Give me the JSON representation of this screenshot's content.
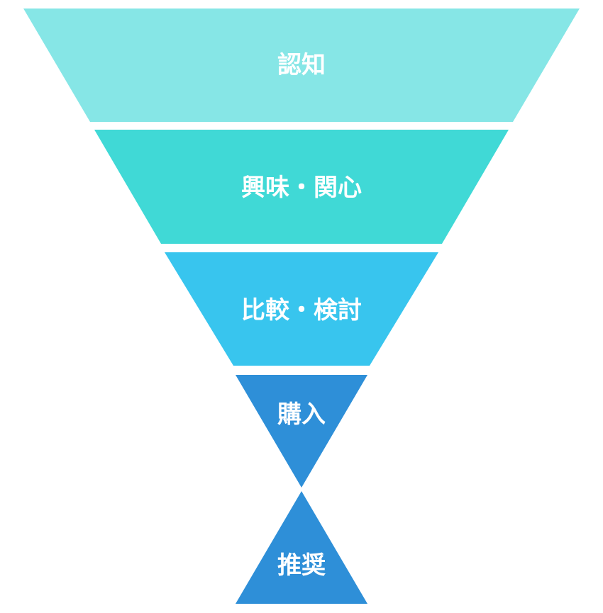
{
  "diagram": {
    "stages": [
      {
        "label": "認知",
        "color": "#86e6e6"
      },
      {
        "label": "興味・関心",
        "color": "#40d9d6"
      },
      {
        "label": "比較・検討",
        "color": "#38c5ee"
      },
      {
        "label": "購入",
        "color": "#2e8fd8"
      },
      {
        "label": "推奨",
        "color": "#2e8fd8"
      }
    ]
  }
}
